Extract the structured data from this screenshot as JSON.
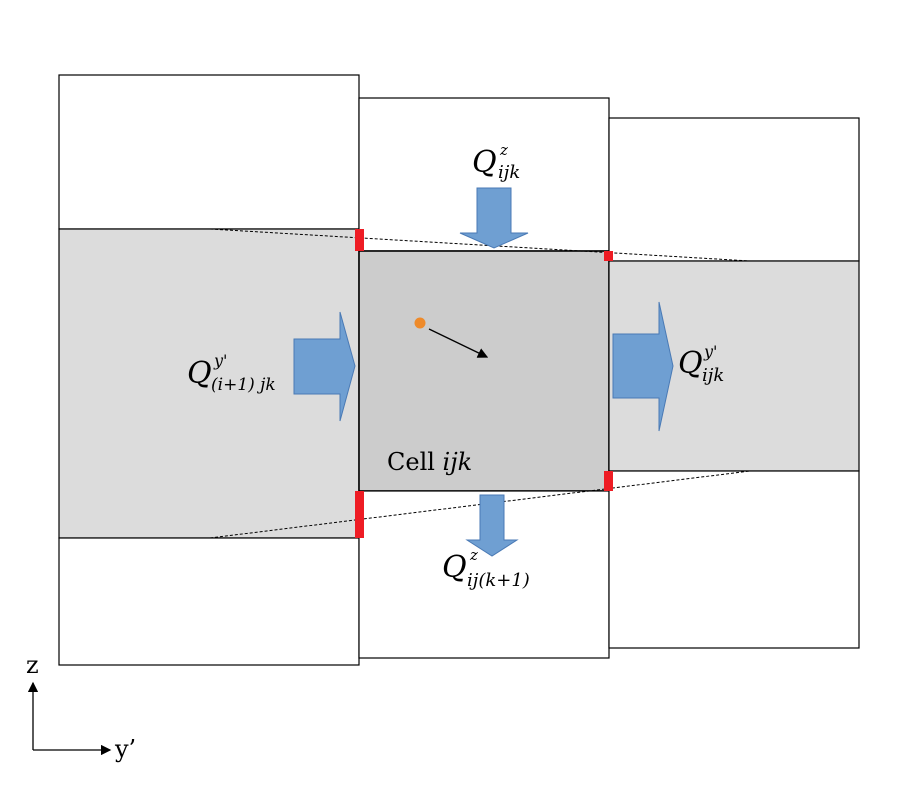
{
  "labels": {
    "q_top": {
      "main": "Q",
      "sup": "z",
      "sub": "ijk"
    },
    "q_bottom": {
      "main": "Q",
      "sup": "z",
      "sub": "ij(k+1)"
    },
    "q_left": {
      "main": "Q",
      "sup": "y'",
      "sub": "(i+1) jk"
    },
    "q_right": {
      "main": "Q",
      "sup": "y'",
      "sub": "ijk"
    },
    "cell_prefix": "Cell ",
    "cell_name": "ijk",
    "axis_z": "z",
    "axis_y": "y’"
  },
  "colors": {
    "arrow_fill": "#6f9fd2",
    "arrow_stroke": "#4a7ab5",
    "cell_fill": "#cccccc",
    "neighbor_fill": "#dcdcdc",
    "marker": "#ee1c24",
    "particle": "#ee8a2a"
  }
}
